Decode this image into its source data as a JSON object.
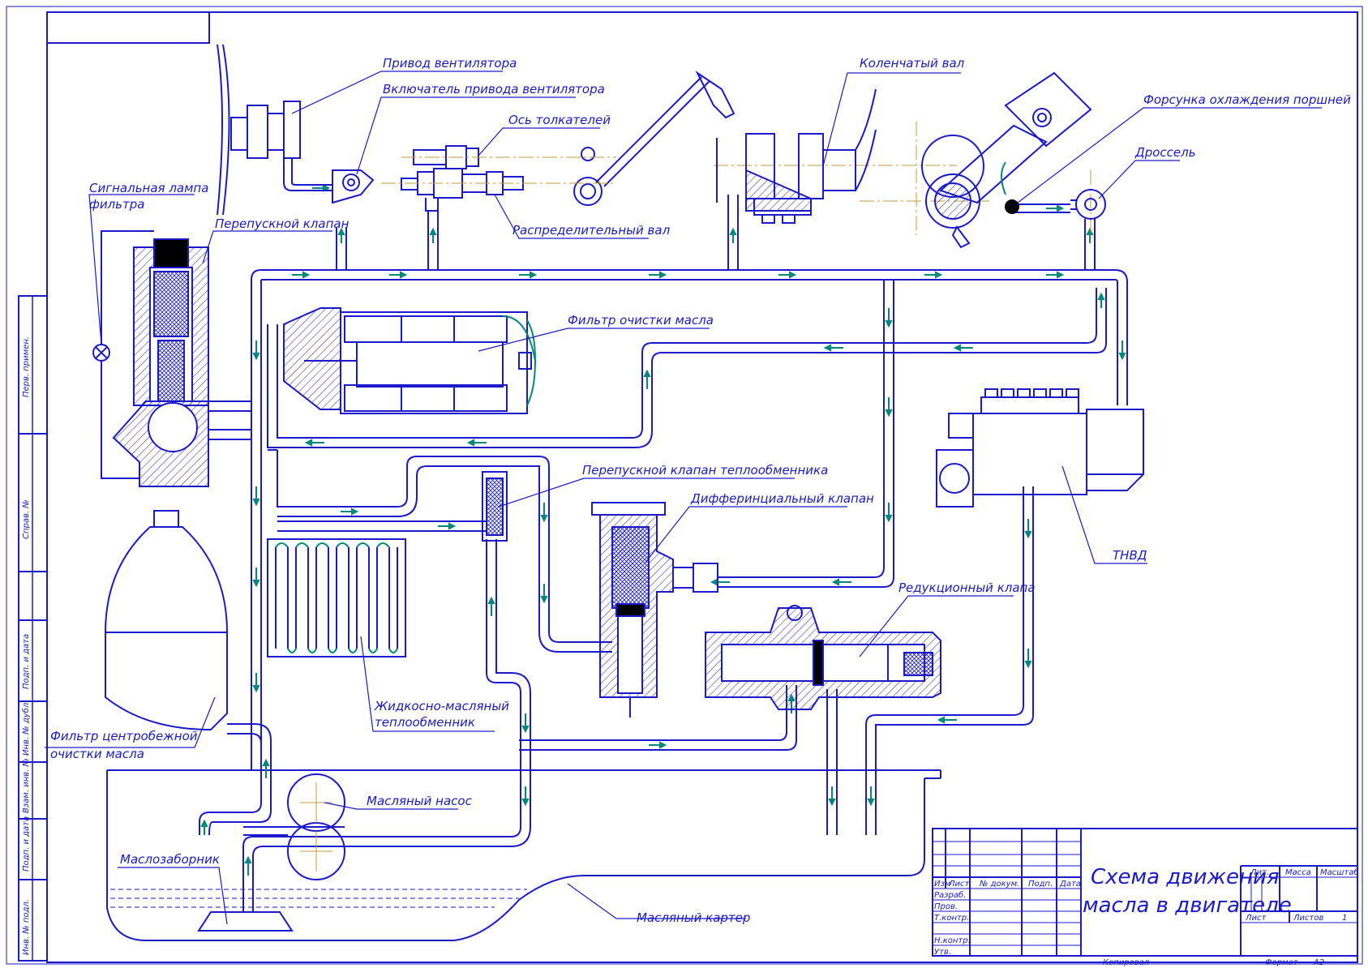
{
  "labels": {
    "fan_drive": "Привод вентилятора",
    "fan_drive_switch": "Включатель привода вентилятора",
    "rocker_axis": "Ось толкателей",
    "crankshaft": "Коленчатый вал",
    "piston_cooling_nozzle": "Форсунка охлаждения поршней",
    "throttle": "Дроссель",
    "filter_signal_lamp_l1": "Сигнальная лампа",
    "filter_signal_lamp_l2": "фильтра",
    "bypass_valve": "Перепускной клапан",
    "camshaft": "Распределительный вал",
    "oil_filter": "Фильтр очистки масла",
    "heat_exchanger_bypass_valve": "Перепускной клапан теплообменника",
    "differential_valve": "Дифферинциальный клапан",
    "reduction_valve": "Редукционный клапа",
    "hpfp": "ТНВД",
    "liquid_oil_heat_exchanger_l1": "Жидкосно-масляный",
    "liquid_oil_heat_exchanger_l2": "теплообменник",
    "centrifugal_filter_l1": "Фильтр центробежной",
    "centrifugal_filter_l2": "очистки масла",
    "oil_pump": "Масляный насос",
    "oil_intake": "Маслозаборник",
    "oil_sump": "Масляный картер"
  },
  "side_stamps": [
    "Перв. примен.",
    "Справ. №",
    "Подп. и дата",
    "Инв. № дубл.",
    "Взам. инв. №",
    "Подп. и дата",
    "Инв. № подл."
  ],
  "title_block": {
    "title_l1": "Схема движения",
    "title_l2": "масла в двигателе",
    "col_izm": "Изм",
    "col_list": "Лист",
    "col_doc": "№ докум.",
    "col_sign": "Подп.",
    "col_date": "Дата",
    "row_razrab": "Разраб.",
    "row_prov": "Пров.",
    "row_tkontr": "Т.контр.",
    "row_nkontr": "Н.контр.",
    "row_utv": "Утв.",
    "lit": "Лит.",
    "massa": "Масса",
    "masshtab": "Масштаб",
    "sheet": "Лист",
    "sheets": "Листов",
    "sheets_count": "1",
    "copied": "Копировал",
    "format": "Формат",
    "format_value": "A2"
  },
  "colors": {
    "line": "#1a1acc",
    "arrow": "#00897b",
    "hatch": "#1a1acc",
    "center_line": "#c79a3a",
    "fill_black": "#000000"
  }
}
